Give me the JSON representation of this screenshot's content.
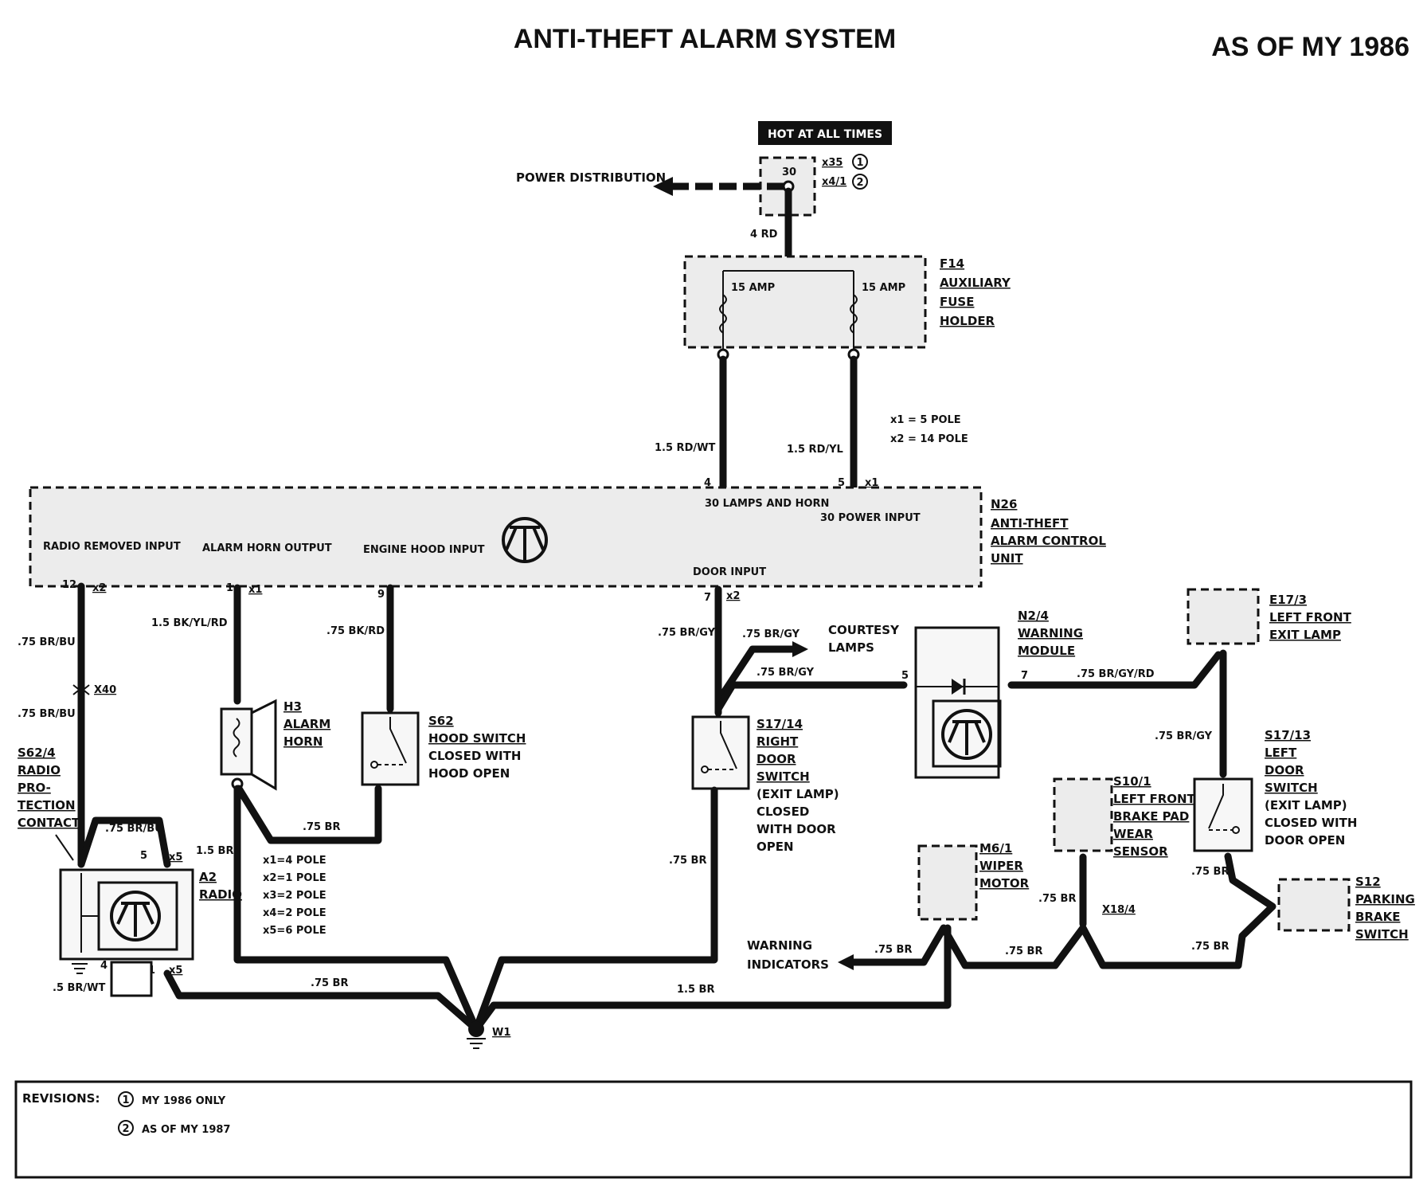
{
  "title": "ANTI-THEFT ALARM SYSTEM",
  "model_year": "AS OF MY 1986",
  "hot_at_all_times": "HOT AT ALL TIMES",
  "power_distribution": "POWER DISTRIBUTION",
  "connector_x35": "x35",
  "connector_x4_1": "x4/1",
  "marker_1": "1",
  "marker_2": "2",
  "terminal_30": "30",
  "wire_4rd": "4 RD",
  "f14": {
    "id": "F14",
    "l1": "AUXILIARY",
    "l2": "FUSE",
    "l3": "HOLDER",
    "fuse1": "15 AMP",
    "fuse2": "15 AMP"
  },
  "wire_1_5_rdwt": "1.5 RD/WT",
  "wire_1_5_rdyl": "1.5 RD/YL",
  "x_legend_1": "x1 = 5 POLE",
  "x_legend_2": "x2 = 14 POLE",
  "n26": {
    "id": "N26",
    "l1": "ANTI-THEFT",
    "l2": "ALARM CONTROL",
    "l3": "UNIT"
  },
  "pin_4": "4",
  "pin_5": "5",
  "x1": "x1",
  "x2": "x2",
  "n26_lamps": "30 LAMPS AND HORN",
  "n26_power": "30 POWER INPUT",
  "n26_radio": "RADIO REMOVED INPUT",
  "n26_horn": "ALARM HORN OUTPUT",
  "n26_hood": "ENGINE HOOD INPUT",
  "n26_door": "DOOR INPUT",
  "pin_12": "12",
  "pin_1": "1",
  "pin_9": "9",
  "pin_7": "7",
  "wire_75_brbu": ".75 BR/BU",
  "wire_15_bkylrd": "1.5 BK/YL/RD",
  "wire_75_bkrd": ".75 BK/RD",
  "wire_75_brgy": ".75 BR/GY",
  "x40": "X40",
  "courtesy_lamps_1": "COURTESY",
  "courtesy_lamps_2": "LAMPS",
  "n2_4": {
    "id": "N2/4",
    "l1": "WARNING",
    "l2": "MODULE",
    "pin5": "5",
    "pin7": "7"
  },
  "wire_75_brgyrd": ".75 BR/GY/RD",
  "e17_3": {
    "id": "E17/3",
    "l1": "LEFT FRONT",
    "l2": "EXIT LAMP"
  },
  "h3": {
    "id": "H3",
    "l1": "ALARM",
    "l2": "HORN"
  },
  "s62": {
    "id": "S62",
    "l1": "HOOD SWITCH",
    "l2": "CLOSED WITH",
    "l3": "HOOD OPEN"
  },
  "s17_14": {
    "id": "S17/14",
    "l1": "RIGHT",
    "l2": "DOOR",
    "l3": "SWITCH",
    "l4": "(EXIT LAMP)",
    "l5": "CLOSED",
    "l6": "WITH DOOR",
    "l7": "OPEN"
  },
  "s17_13": {
    "id": "S17/13",
    "l1": "LEFT",
    "l2": "DOOR",
    "l3": "SWITCH",
    "l4": "(EXIT LAMP)",
    "l5": "CLOSED WITH",
    "l6": "DOOR OPEN"
  },
  "s10_1": {
    "id": "S10/1",
    "l1": "LEFT FRONT",
    "l2": "BRAKE PAD",
    "l3": "WEAR",
    "l4": "SENSOR"
  },
  "s62_4": {
    "id": "S62/4",
    "l1": "RADIO",
    "l2": "PRO-",
    "l3": "TECTION",
    "l4": "CONTACT"
  },
  "a2": {
    "id": "A2",
    "l1": "RADIO",
    "pin5": "5",
    "pin4": "4",
    "pin1": "1",
    "x5": "x5"
  },
  "wire_75_br": ".75 BR",
  "wire_15_br": "1.5 BR",
  "wire_5_brwt": ".5 BR/WT",
  "x5_legend": [
    "x1=4 POLE",
    "x2=1 POLE",
    "x3=2 POLE",
    "x4=2 POLE",
    "x5=6 POLE"
  ],
  "m6_1": {
    "id": "M6/1",
    "l1": "WIPER",
    "l2": "MOTOR"
  },
  "x18_4": "X18/4",
  "s12": {
    "id": "S12",
    "l1": "PARKING",
    "l2": "BRAKE",
    "l3": "SWITCH"
  },
  "warning_indicators_1": "WARNING",
  "warning_indicators_2": "INDICATORS",
  "w1": "W1",
  "revisions": {
    "label": "REVISIONS:",
    "r1_num": "1",
    "r1": "MY 1986 ONLY",
    "r2_num": "2",
    "r2": "AS OF MY 1987"
  }
}
